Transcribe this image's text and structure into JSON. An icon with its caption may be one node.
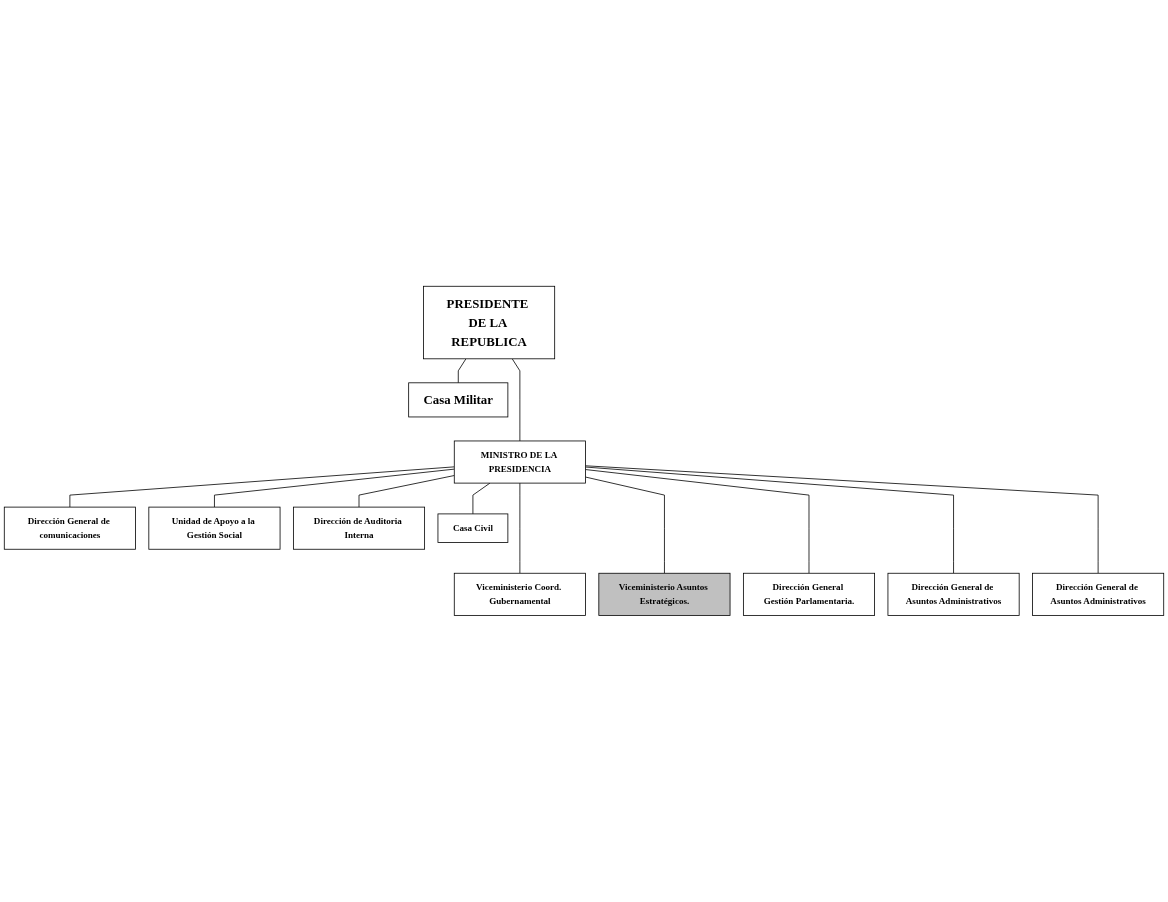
{
  "diagram": {
    "nodes": [
      {
        "text": [
          "PRESIDENTE DE LA REPUBLICA"
        ]
      },
      {
        "text": [
          "Casa Militar"
        ]
      },
      {
        "text": [
          "MINISTRO DE LA PRESIDENCIA"
        ]
      },
      {
        "text": [
          "Dirección General de comunicaciones"
        ]
      },
      {
        "text": [
          "Unidad de Apoyo a la Gestión Social"
        ]
      },
      {
        "text": [
          "Dirección de Auditoria Interna"
        ]
      },
      {
        "text": [
          "Casa Civil"
        ]
      },
      {
        "text": [
          "Viceministerio Coord. Gubernamental"
        ]
      },
      {
        "text": [
          "Viceministerio Asuntos Estratégicos."
        ]
      },
      {
        "text": [
          "Dirección General Gestión Parlamentaria."
        ]
      },
      {
        "text": [
          "Dirección General de Asuntos Administrativos"
        ]
      },
      {
        "text": [
          "Dirección General de Asuntos Administrativos"
        ]
      }
    ],
    "edges": [
      {
        "from": 0,
        "to": 1,
        "arrow": "none"
      },
      {
        "from": 0,
        "to": 2,
        "arrow": "none"
      },
      {
        "from": 2,
        "to": 3,
        "arrow": "none"
      },
      {
        "from": 2,
        "to": 4,
        "arrow": "none"
      },
      {
        "from": 2,
        "to": 5,
        "arrow": "none"
      },
      {
        "from": 2,
        "to": 6,
        "arrow": "none"
      },
      {
        "from": 2,
        "to": 7,
        "arrow": "none"
      },
      {
        "from": 2,
        "to": 8,
        "arrow": "none"
      },
      {
        "from": 2,
        "to": 9,
        "arrow": "none"
      },
      {
        "from": 2,
        "to": 10,
        "arrow": "none"
      },
      {
        "from": 2,
        "to": 11,
        "arrow": "none"
      }
    ]
  }
}
